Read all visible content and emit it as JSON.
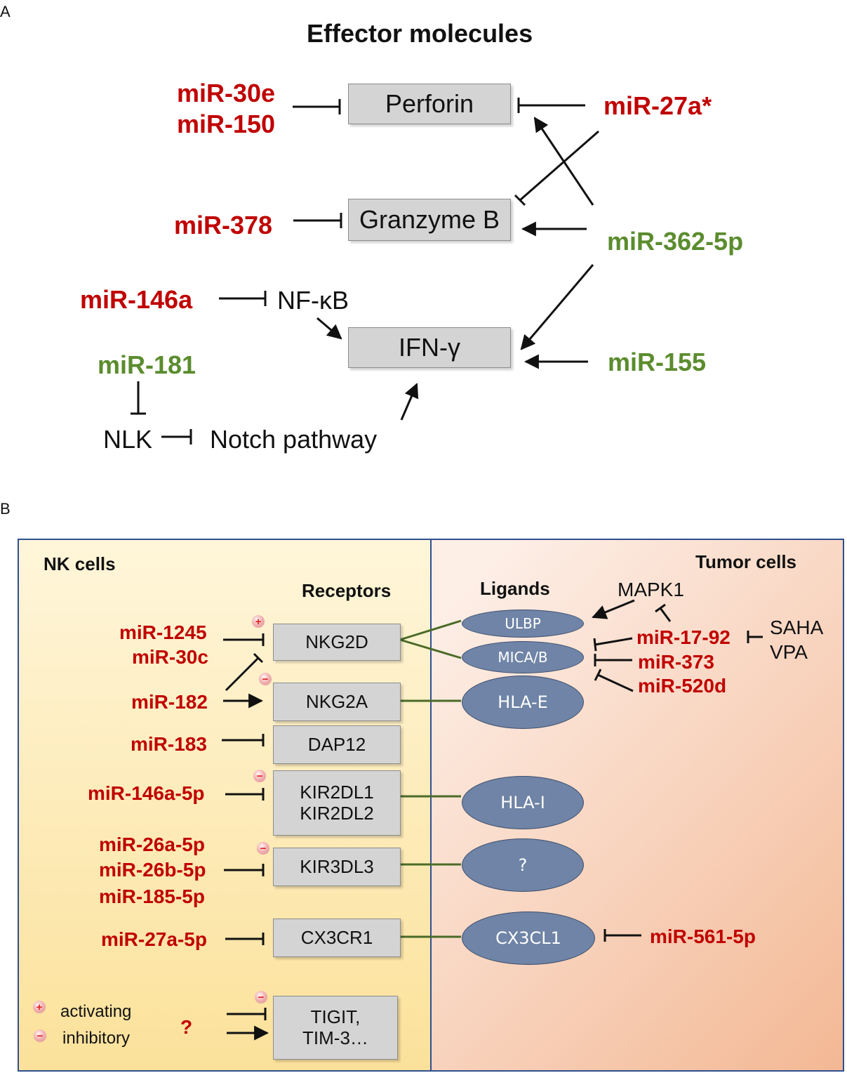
{
  "panel_a": {
    "letter": "A",
    "title": "Effector molecules",
    "boxes": {
      "perforin": "Perforin",
      "granzyme": "Granzyme B",
      "ifn": "IFN-γ"
    },
    "mirs": {
      "mir30e": "miR-30e",
      "mir150": "miR-150",
      "mir27a": "miR-27a*",
      "mir378": "miR-378",
      "mir362": "miR-362-5p",
      "mir146a": "miR-146a",
      "mir155": "miR-155",
      "mir181": "miR-181"
    },
    "nodes": {
      "nfkb": "NF-κB",
      "nlk": "NLK",
      "notch": "Notch pathway"
    }
  },
  "panel_b": {
    "letter": "B",
    "nk_title": "NK cells",
    "tumor_title": "Tumor cells",
    "receptors_heading": "Receptors",
    "ligands_heading": "Ligands",
    "receptors": {
      "nkg2d": "NKG2D",
      "nkg2a": "NKG2A",
      "dap12": "DAP12",
      "kir2dl1": "KIR2DL1",
      "kir2dl2": "KIR2DL2",
      "kir3dl3": "KIR3DL3",
      "cx3cr1": "CX3CR1",
      "tigit": "TIGIT,",
      "tim3": "TIM-3…"
    },
    "ligands": {
      "ulbp": "ULBP",
      "mica": "MICA/B",
      "hlae": "HLA-E",
      "hlai": "HLA-I",
      "unknown": "?",
      "cx3cl1": "CX3CL1"
    },
    "nk_mirs": {
      "mir1245": "miR-1245",
      "mir30c": "miR-30c",
      "mir182": "miR-182",
      "mir183": "miR-183",
      "mir146a5p": "miR-146a-5p",
      "mir26a": "miR-26a-5p",
      "mir26b": "miR-26b-5p",
      "mir185": "miR-185-5p",
      "mir27a5p": "miR-27a-5p",
      "unknown": "?"
    },
    "tumor_mirs": {
      "mir1792": "miR-17-92",
      "mir373": "miR-373",
      "mir520d": "miR-520d",
      "mir561": "miR-561-5p"
    },
    "tumor_nodes": {
      "mapk1": "MAPK1",
      "saha": "SAHA",
      "vpa": "VPA"
    },
    "legend": {
      "plus_symbol": "+",
      "minus_symbol": "−",
      "activating": "activating",
      "inhibitory": "inhibitory"
    },
    "colors": {
      "nk_bg": "#fde9a8",
      "tumor_bg": "#f6c4a6",
      "connector": "#4a6b28",
      "ligand": "#6f84a6"
    }
  }
}
